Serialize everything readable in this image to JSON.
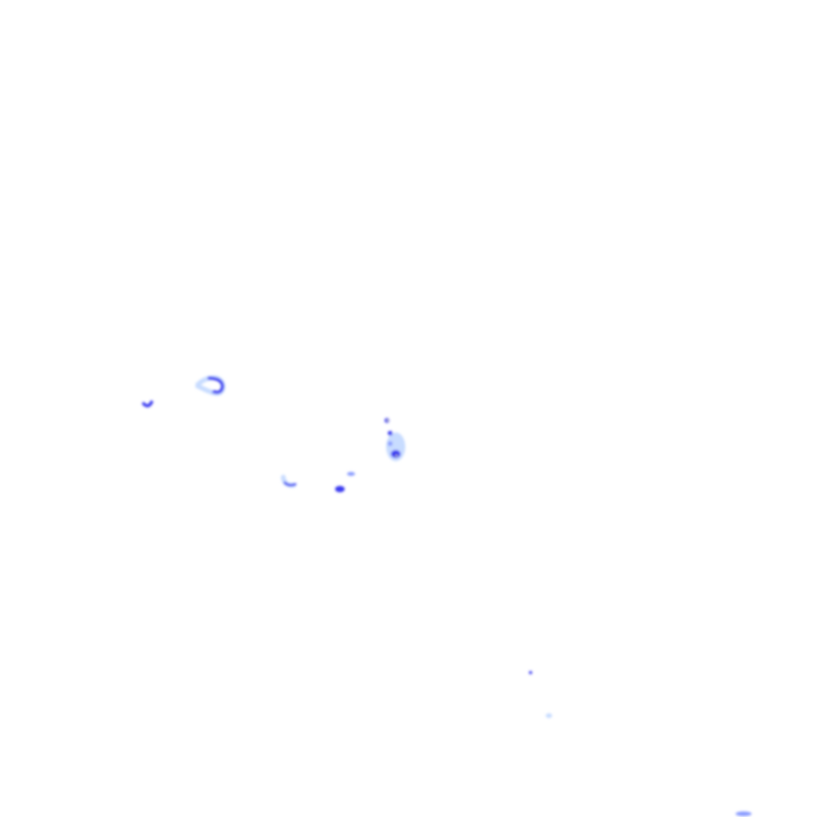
{
  "map": {
    "layer": "precipitation-radar",
    "colors": {
      "background": "#ffffff",
      "light": "#c8dcff",
      "moderate": "#8a9cff",
      "heavy": "#3a3af0",
      "intense": "#ffff00"
    },
    "echoes": [
      {
        "name": "echo-ring-west"
      },
      {
        "name": "echo-small-west"
      },
      {
        "name": "echo-cell-center"
      },
      {
        "name": "echo-cluster-center"
      },
      {
        "name": "echo-arc-south"
      },
      {
        "name": "echo-small-south"
      },
      {
        "name": "echo-dot-southeast"
      },
      {
        "name": "echo-edge-southeast"
      }
    ]
  }
}
